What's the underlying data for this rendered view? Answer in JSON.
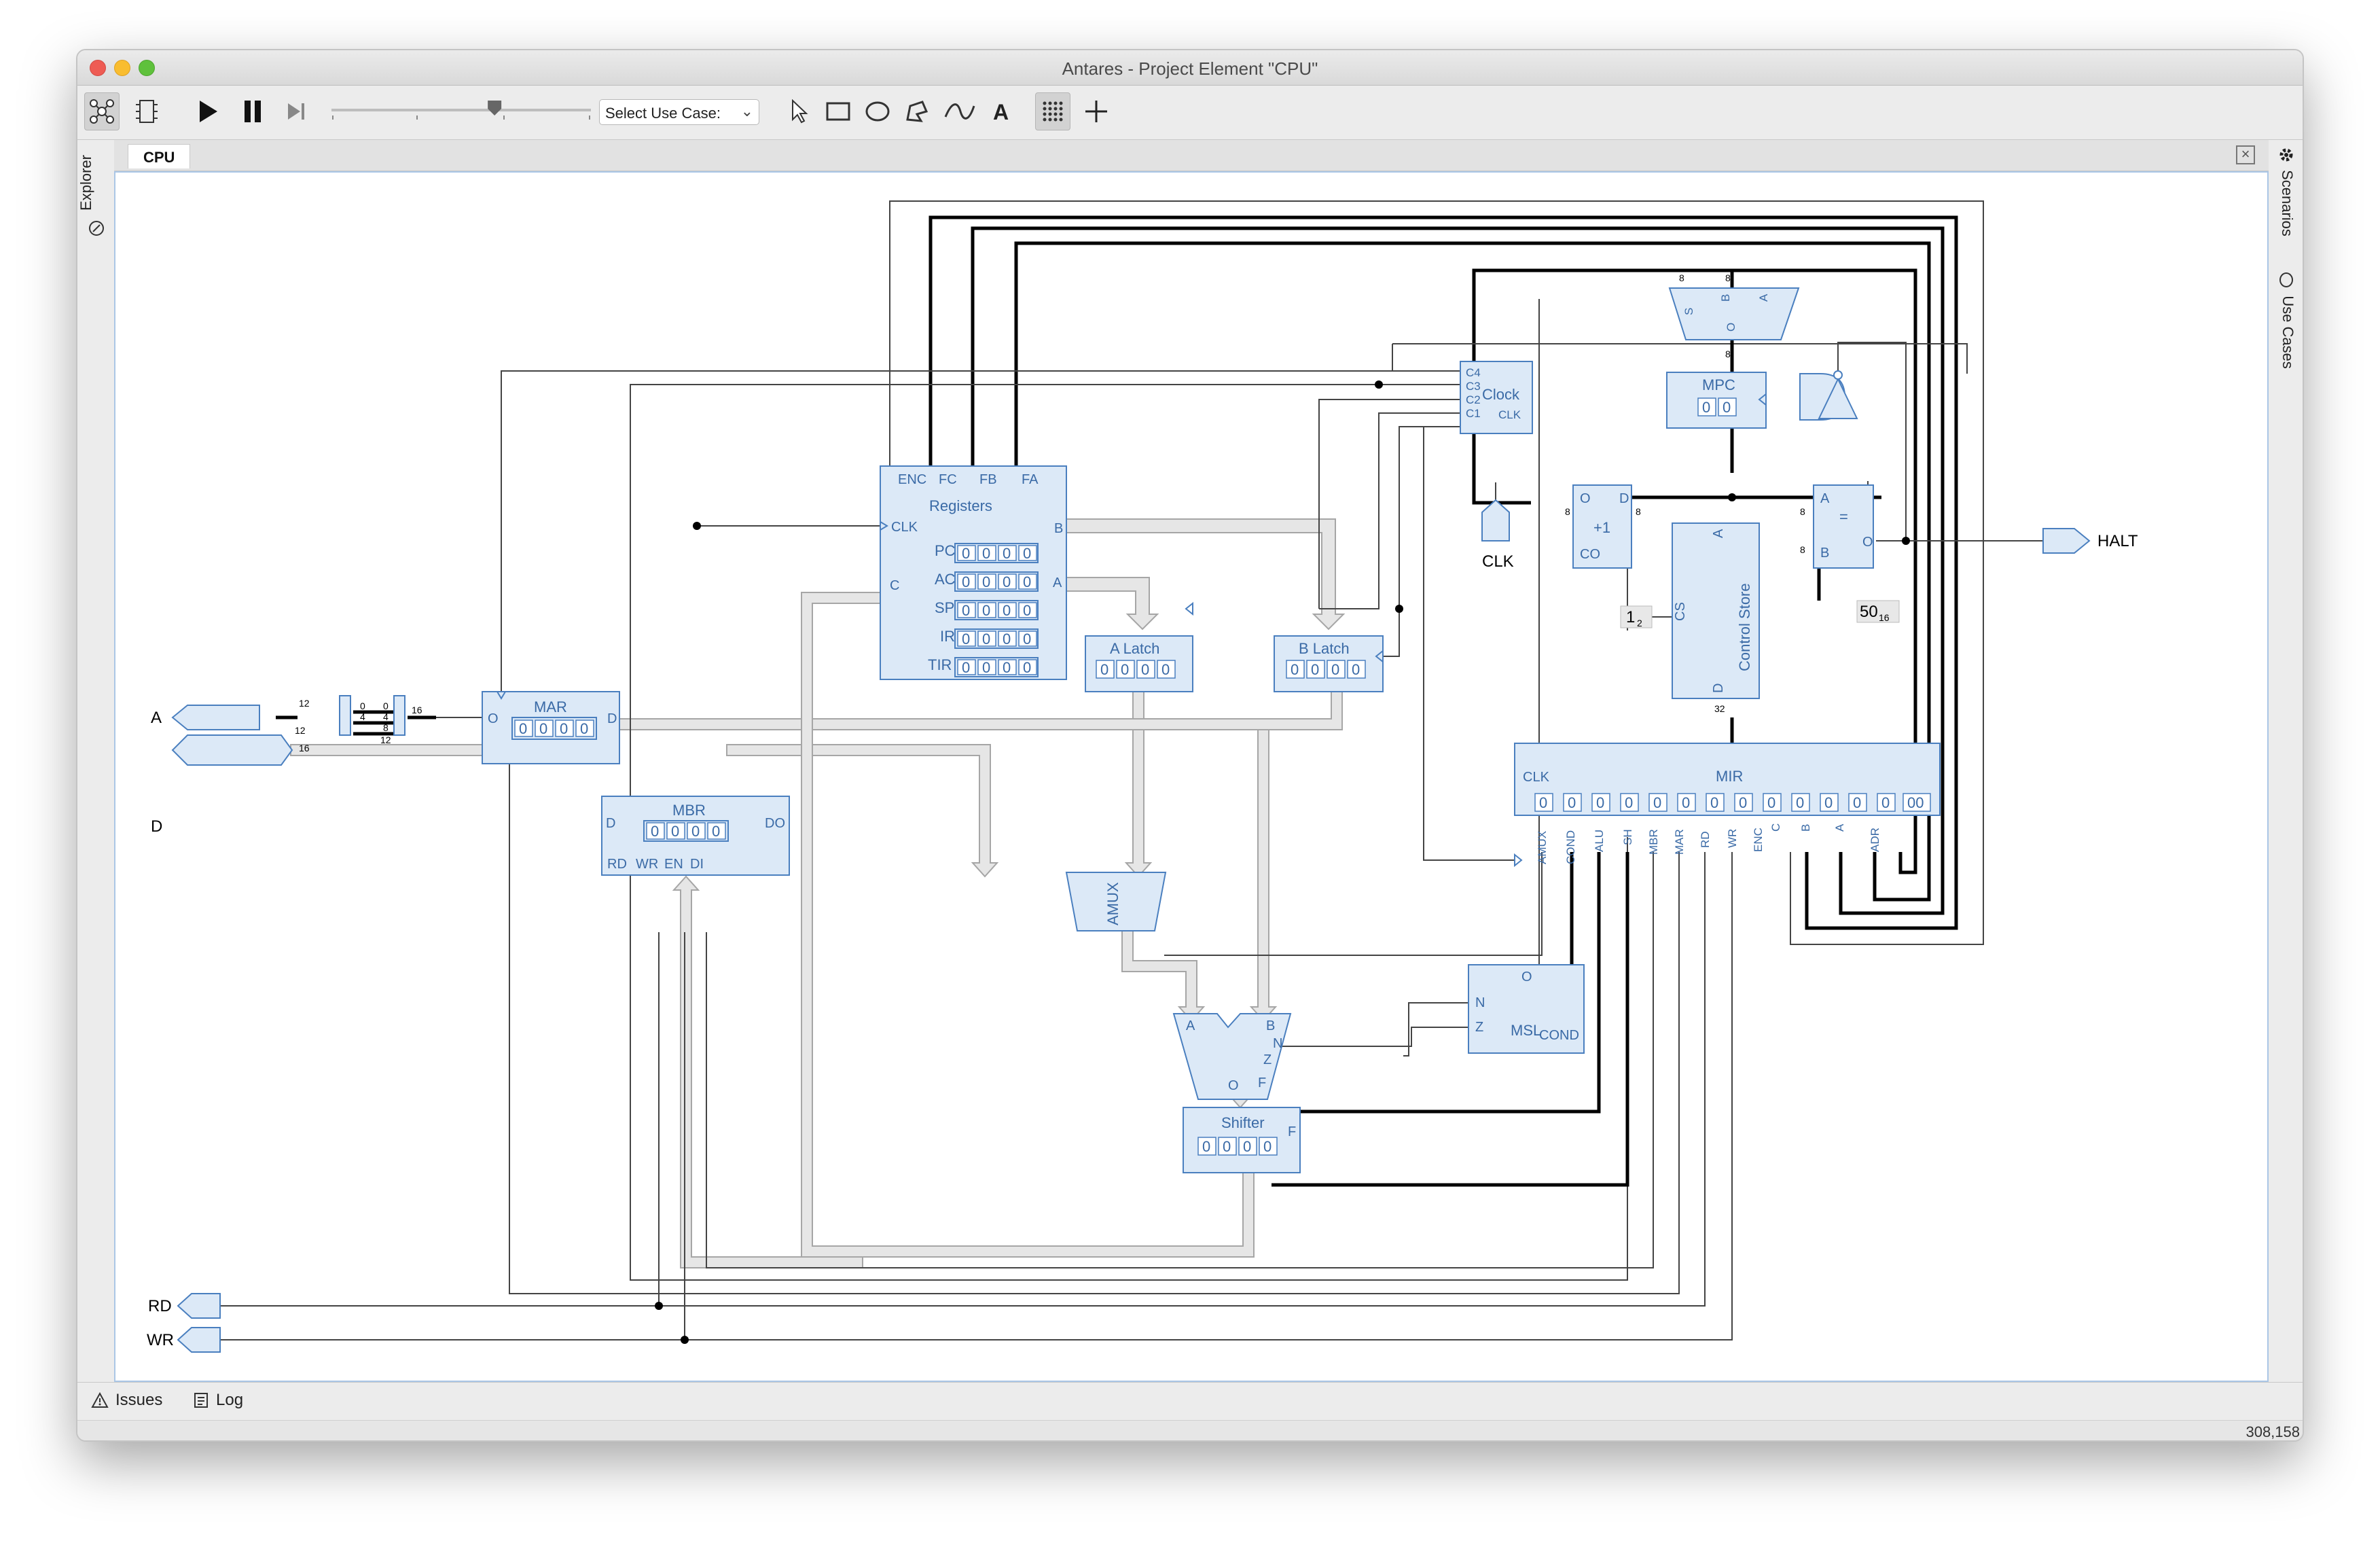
{
  "window": {
    "title": "Antares - Project Element \"CPU\""
  },
  "toolbar": {
    "use_case_label": "Select Use Case:",
    "icons": [
      "network-icon",
      "cpu-chip-icon",
      "play-icon",
      "pause-icon",
      "step-icon",
      "speed-slider",
      "pointer-icon",
      "rectangle-icon",
      "ellipse-icon",
      "polygon-icon",
      "curve-icon",
      "text-icon",
      "grid-icon",
      "crosshair-icon"
    ],
    "speed": 0.63
  },
  "left_panel": {
    "explorer_label": "Explorer"
  },
  "right_panel": {
    "scenarios_label": "Scenarios",
    "use_cases_label": "Use Cases"
  },
  "tabs": [
    {
      "label": "CPU"
    }
  ],
  "bottom": {
    "issues_label": "Issues",
    "log_label": "Log",
    "coords": "308,158"
  },
  "colors": {
    "component_fill": "#dce9f7",
    "component_border": "#4a7fbf",
    "component_text": "#3a6aa6",
    "bus_fill": "#e6e6e6",
    "bus_border": "#aaaaaa"
  },
  "circuit": {
    "registers": {
      "title": "Registers",
      "ports_top": [
        "ENC",
        "FC",
        "FB",
        "FA"
      ],
      "port_clk": "CLK",
      "port_c": "C",
      "port_b": "B",
      "port_a": "A",
      "rows": [
        {
          "name": "PC",
          "digits": [
            "0",
            "0",
            "0",
            "0"
          ]
        },
        {
          "name": "AC",
          "digits": [
            "0",
            "0",
            "0",
            "0"
          ]
        },
        {
          "name": "SP",
          "digits": [
            "0",
            "0",
            "0",
            "0"
          ]
        },
        {
          "name": "IR",
          "digits": [
            "0",
            "0",
            "0",
            "0"
          ]
        },
        {
          "name": "TIR",
          "digits": [
            "0",
            "0",
            "0",
            "0"
          ]
        }
      ]
    },
    "a_latch": {
      "title": "A Latch",
      "digits": [
        "0",
        "0",
        "0",
        "0"
      ]
    },
    "b_latch": {
      "title": "B Latch",
      "digits": [
        "0",
        "0",
        "0",
        "0"
      ]
    },
    "mar": {
      "title": "MAR",
      "digits": [
        "0",
        "0",
        "0",
        "0"
      ],
      "port_o": "O",
      "port_d": "D"
    },
    "mbr": {
      "title": "MBR",
      "digits": [
        "0",
        "0",
        "0",
        "0"
      ],
      "port_d": "D",
      "port_do": "DO",
      "ports_bottom": [
        "RD",
        "WR",
        "EN",
        "DI"
      ]
    },
    "amux": {
      "title": "AMUX"
    },
    "alu": {
      "port_a": "A",
      "port_b": "B",
      "port_n": "N",
      "port_z": "Z",
      "port_o": "O",
      "port_f": "F"
    },
    "shifter": {
      "title": "Shifter",
      "digits": [
        "0",
        "0",
        "0",
        "0"
      ],
      "port_f": "F"
    },
    "msl": {
      "title": "MSL",
      "port_n": "N",
      "port_z": "Z",
      "port_o": "O",
      "port_cond": "COND"
    },
    "clock": {
      "title": "Clock",
      "ports": [
        "C4",
        "C3",
        "C2",
        "C1"
      ],
      "port_clk": "CLK",
      "input_label": "CLK"
    },
    "mpc": {
      "title": "MPC",
      "digits": [
        "0",
        "0"
      ]
    },
    "inc": {
      "title": "+1",
      "port_o": "O",
      "port_d": "D",
      "port_co": "CO",
      "bits_out": "8",
      "bits_in": "8"
    },
    "cmp": {
      "title": "=",
      "port_a": "A",
      "port_b": "B",
      "port_o": "O",
      "bits": "8"
    },
    "mux_top": {
      "port_a": "A",
      "port_b": "B",
      "port_s": "S",
      "port_o": "O",
      "bits": "8"
    },
    "control_store": {
      "title": "Control Store",
      "port_a": "A",
      "port_cs": "CS",
      "port_d": "D",
      "bits": "32"
    },
    "const_one": {
      "value": "1",
      "subscript": "2"
    },
    "const_fifty": {
      "value": "50",
      "subscript": "16"
    },
    "mir": {
      "title": "MIR",
      "port_clk": "CLK",
      "digits": [
        "0",
        "0",
        "0",
        "0",
        "0",
        "0",
        "0",
        "0",
        "0",
        "0",
        "0",
        "0",
        "0",
        "00"
      ],
      "fields": [
        "AMUX",
        "COND",
        "ALU",
        "SH",
        "MBR",
        "MAR",
        "RD",
        "WR",
        "ENC",
        "C",
        "B",
        "A",
        "ADR"
      ]
    },
    "io": {
      "a_label": "A",
      "d_label": "D",
      "rd_label": "RD",
      "wr_label": "WR",
      "halt_label": "HALT"
    },
    "splitter": {
      "top_bits": "12",
      "bits_left": "12",
      "bits_right": "16",
      "bits_mid": "8",
      "row1": [
        "0",
        "0"
      ],
      "row2": [
        "4",
        "4"
      ],
      "row3": [
        "",
        "8"
      ],
      "bottom_bits": "12",
      "d_bits": "16"
    }
  }
}
